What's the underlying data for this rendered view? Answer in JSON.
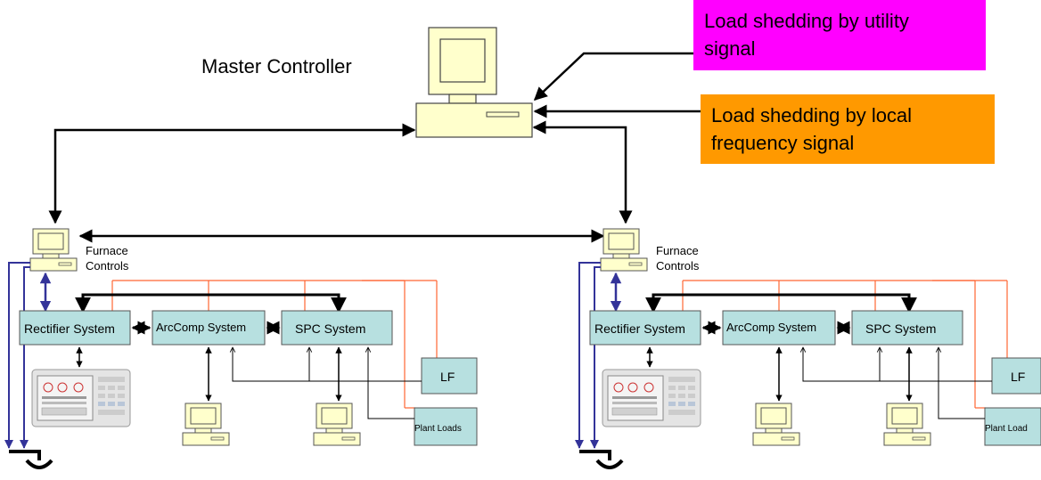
{
  "title": "Master Controller",
  "callouts": {
    "utility": "Load shedding by  utility signal",
    "utility_line1": "Load shedding by  utility",
    "utility_line2": "signal",
    "frequency_line1": "Load shedding by local",
    "frequency_line2": "frequency signal"
  },
  "colors": {
    "magenta": "#ff00ff",
    "orange": "#ff9900",
    "box_fill": "#b7e0e0",
    "monitor_fill": "#ffffcc",
    "signal_red": "#ff6633",
    "ground_blue": "#333399"
  },
  "furnace": {
    "label_line1": "Furnace",
    "label_line2": "Controls"
  },
  "systems": {
    "rectifier": "Rectifier System",
    "arccomp": "ArcComp System",
    "spc": "SPC System",
    "lf": "LF",
    "plant_loads_left": "Plant Loads",
    "plant_loads_right": "Plant Load"
  },
  "icons": [
    "computer-icon",
    "hmi-panel-icon",
    "ground-symbol-icon"
  ]
}
